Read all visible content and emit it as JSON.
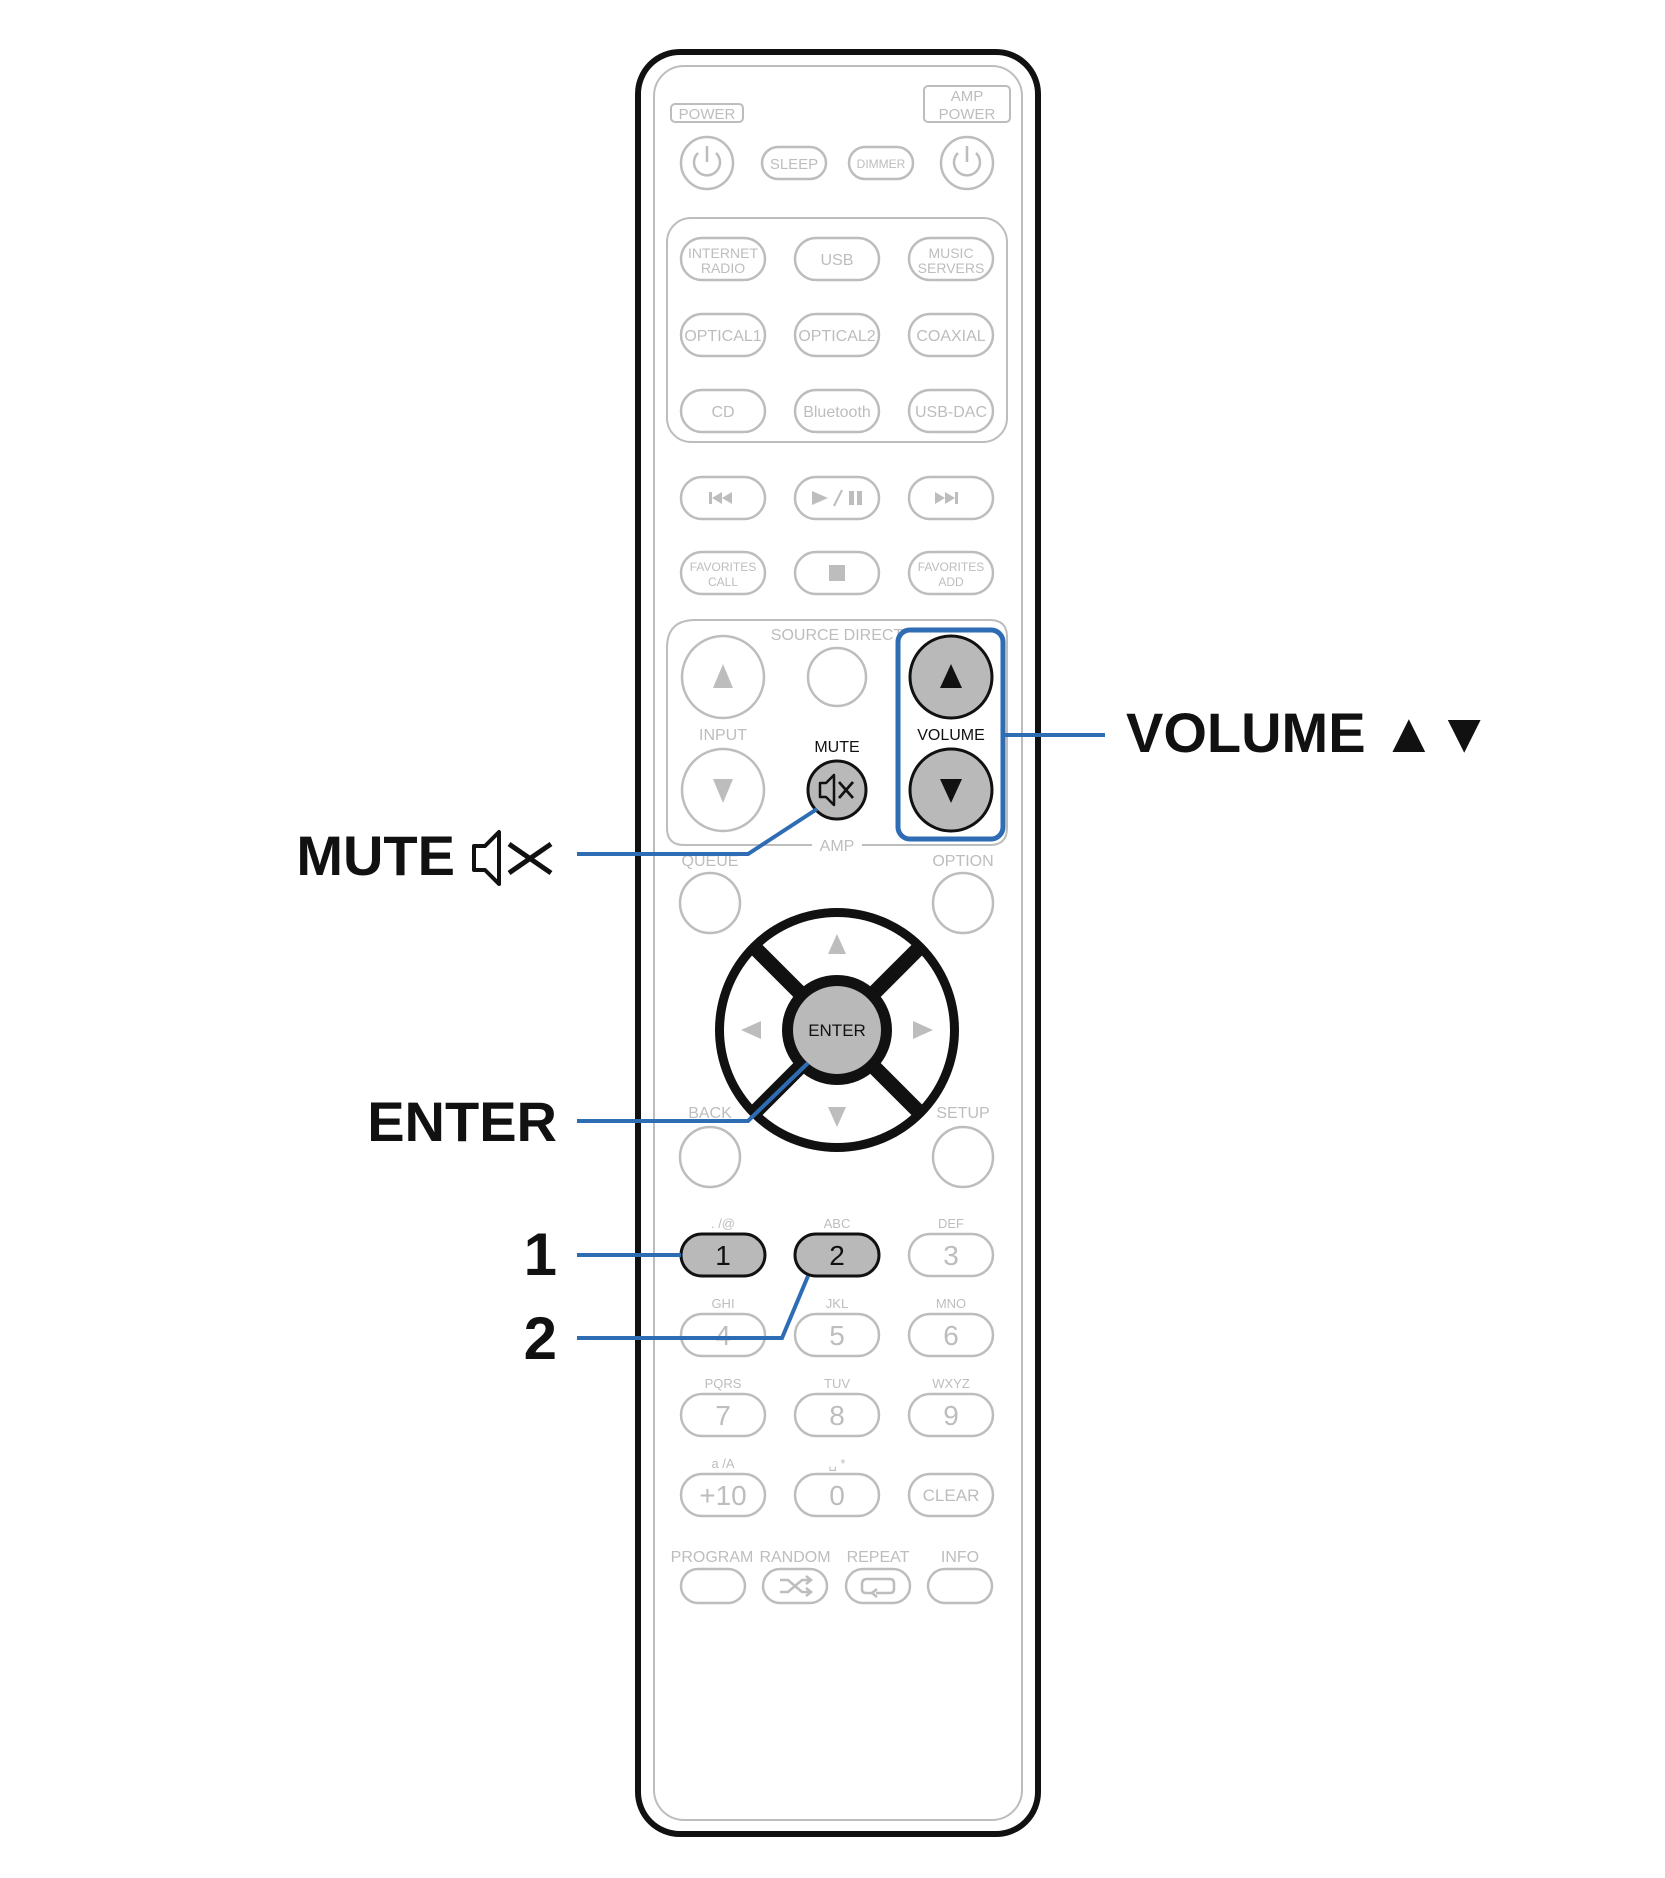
{
  "colors": {
    "accent": "#2e6db4",
    "ghost": "#bdbdbd",
    "highlight_fill": "#b9b9b9",
    "outline": "#111111"
  },
  "remote": {
    "top": {
      "power_label": "POWER",
      "amp_power_line1": "AMP",
      "amp_power_line2": "POWER",
      "sleep": "SLEEP",
      "dimmer": "DIMMER"
    },
    "sources": [
      [
        "INTERNET",
        "RADIO"
      ],
      [
        "USB"
      ],
      [
        "MUSIC",
        "SERVERS"
      ],
      [
        "OPTICAL1"
      ],
      [
        "OPTICAL2"
      ],
      [
        "COAXIAL"
      ],
      [
        "CD"
      ],
      [
        "Bluetooth"
      ],
      [
        "USB-DAC"
      ]
    ],
    "transport": {
      "prev_icon": "previous-track-icon",
      "play_pause_icon": "play-pause-icon",
      "next_icon": "next-track-icon",
      "stop_icon": "stop-icon",
      "favorites_call": [
        "FAVORITES",
        "CALL"
      ],
      "favorites_add": [
        "FAVORITES",
        "ADD"
      ]
    },
    "amp_section": {
      "source_direct": "SOURCE DIRECT",
      "input": "INPUT",
      "mute": "MUTE",
      "volume": "VOLUME",
      "amp": "AMP"
    },
    "nav": {
      "queue": "QUEUE",
      "option": "OPTION",
      "enter": "ENTER",
      "back": "BACK",
      "setup": "SETUP"
    },
    "keypad": [
      {
        "label": "1",
        "sub": ". /@",
        "highlight": true
      },
      {
        "label": "2",
        "sub": "ABC",
        "highlight": true
      },
      {
        "label": "3",
        "sub": "DEF"
      },
      {
        "label": "4",
        "sub": "GHI"
      },
      {
        "label": "5",
        "sub": "JKL"
      },
      {
        "label": "6",
        "sub": "MNO"
      },
      {
        "label": "7",
        "sub": "PQRS"
      },
      {
        "label": "8",
        "sub": "TUV"
      },
      {
        "label": "9",
        "sub": "WXYZ"
      },
      {
        "label": "+10",
        "sub": "a /A"
      },
      {
        "label": "0",
        "sub": "␣ *"
      },
      {
        "label": "CLEAR",
        "sub": ""
      }
    ],
    "bottom": {
      "program": "PROGRAM",
      "random": "RANDOM",
      "repeat": "REPEAT",
      "info": "INFO"
    }
  },
  "callouts": {
    "volume": "VOLUME ▲▼",
    "mute": "MUTE",
    "enter": "ENTER",
    "one": "1",
    "two": "2"
  }
}
